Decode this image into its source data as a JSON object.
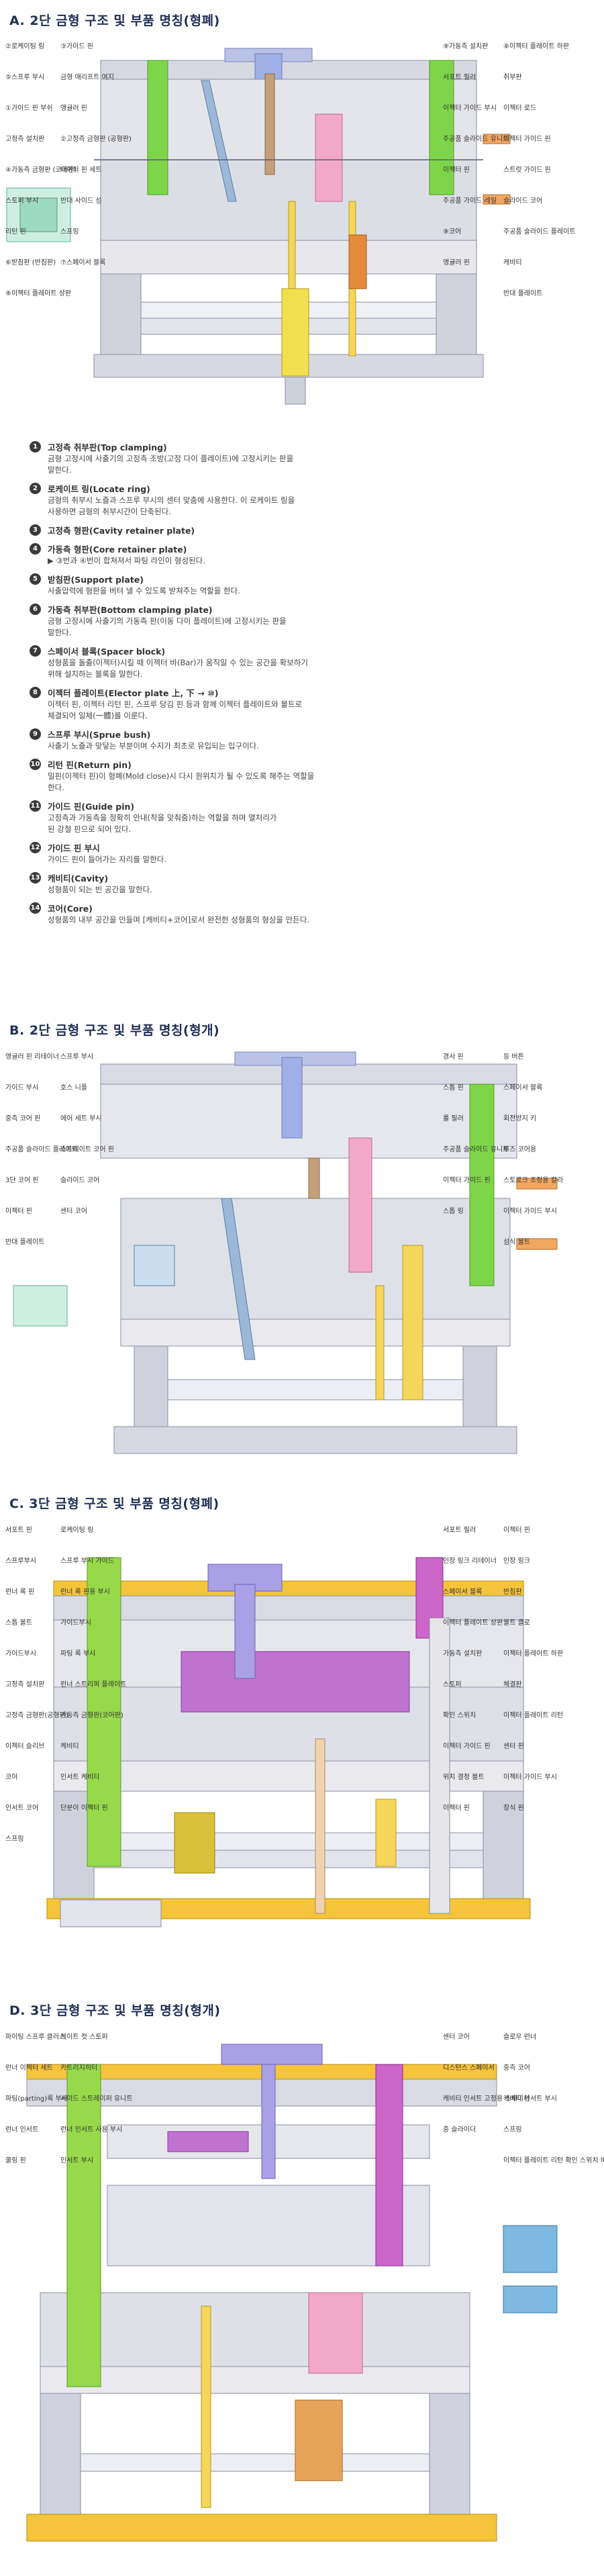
{
  "sections": {
    "a": {
      "title": "A. 2단 금형 구조 및 부품 명칭(형폐)"
    },
    "b": {
      "title": "B. 2단 금형 구조 및 부품 명칭(형개)"
    },
    "c": {
      "title": "C. 3단 금형 구조 및 부품 명칭(형폐)"
    },
    "d": {
      "title": "D. 3단 금형 구조 및 부품 명칭(형개)"
    }
  },
  "diagram_a": {
    "callouts": [
      "②로케이팅 링",
      "③가이드 핀",
      "⑤스프루 부시",
      "금형 애리프트 여지",
      "①가이드 핀 부쉬",
      "앵귤러 핀",
      "고정측 설치판",
      "②고정측 금형판 (공형판)",
      "④가동측 금형판 (코어판)",
      "테이퍼 핀 세트",
      "스토퍼 부시",
      "반대 사이드 섬",
      "리턴 핀",
      "스프링",
      "⑥받침판 (반침판)",
      "⑦스페이서 블록",
      "⑧이젝터 플레이트 상판",
      "⑧이젝터 플레이트 하판",
      "⑨가동측 설치판",
      "취부판",
      "서포트 필러",
      "이젝터 로드",
      "이젝터 가이드 부시",
      "이젝터 가이드 핀",
      "주공품 슬라이드 유니트",
      "스트럿 가이드 핀",
      "이젝터 핀",
      "슬라이드 코어",
      "주공품 가이드 레일",
      "주공품 슬라이드 플레이트",
      "⑨코어",
      "캐비티",
      "앵귤러 핀",
      "반대 플레이트"
    ]
  },
  "legend": [
    {
      "n": "1",
      "title": "고정측 취부판(Top clamping)",
      "lines": [
        "금형 고정시에 사출기의 고정측 조방(고정 다이 플레이트)에 고정시키는 판을",
        "말한다."
      ]
    },
    {
      "n": "2",
      "title": "로케이트 링(Locate ring)",
      "lines": [
        "금형의 취부시 노즐과 스프루 부시의 센터 맞춤에 사용한다. 이 로케이트 링을",
        "사용하면 금형의 취부시간이 단축된다."
      ]
    },
    {
      "n": "3",
      "title": "고정측 형판(Cavity retainer plate)",
      "lines": []
    },
    {
      "n": "4",
      "title": "가동측 형판(Core retainer plate)",
      "lines": [
        "▶ ③번과 ④번이 합쳐져서 파팅 라인이 형성된다."
      ]
    },
    {
      "n": "5",
      "title": "받침판(Support plate)",
      "lines": [
        "사출압력에 형판을 버텨 낼 수 있도록 받쳐주는 역할을 한다."
      ]
    },
    {
      "n": "6",
      "title": "가동측 취부판(Bottom clamping plate)",
      "lines": [
        "금형 고정시에 사출기의 가동측 판(이동 다이 플레이트)에 고정시키는 판을",
        "말한다."
      ]
    },
    {
      "n": "7",
      "title": "스페이서 블록(Spacer block)",
      "lines": [
        "성형품을 돌출(이젝터)시킬 때 이젝터 바(Bar)가 움직일 수 있는 공간을 확보하기",
        "위해 설치하는 블록을 말한다."
      ]
    },
    {
      "n": "8",
      "title": "이젝터 플레이트(Elector plate 上, 下 → ⑩)",
      "lines": [
        "이젝터 핀, 이젝터 리턴 핀, 스프루 당김 핀 등과 함께 이젝터 플레이트와 볼트로",
        "체결되어 일체(一體)를 이룬다."
      ]
    },
    {
      "n": "9",
      "title": "스프루 부시(Sprue bush)",
      "lines": [
        "사출기 노즐과 맞닿는 부분이며 수지가 최초로 유입되는 입구이다."
      ]
    },
    {
      "n": "10",
      "title": "리턴 핀(Return pin)",
      "lines": [
        "밀핀(이젝터 핀)이 형폐(Mold close)시 다시 원위치가 될 수 있도록 해주는 역할을",
        "한다."
      ]
    },
    {
      "n": "11",
      "title": "가이드 핀(Guide pin)",
      "lines": [
        "고정측과 가동측을 정확히 안내(착을 맞춰줌)하는 역할을 하며 열처리가",
        "된 강철 핀으로 되어 있다."
      ]
    },
    {
      "n": "12",
      "title": "가이드 핀 부시",
      "lines": [
        "가이드 핀이 들어가는 자리를 말한다."
      ]
    },
    {
      "n": "13",
      "title": "캐비티(Cavity)",
      "lines": [
        "성형품이 되는 빈 공간을 말한다."
      ]
    },
    {
      "n": "14",
      "title": "코어(Core)",
      "lines": [
        "성형품의 내부 공간을 만들며 [캐비티+코어]로서 완전한 성형품의 형상을 만든다."
      ]
    }
  ],
  "diagram_b": {
    "callouts": [
      "앵귤러 핀 리테이너",
      "스프루 부시",
      "가이드 부시",
      "호스 니플",
      "중측 코어 핀",
      "에어 세트 부시",
      "주공품 슬라이드 플레이트",
      "스트레이트 코어 핀",
      "3단 코어 핀",
      "슬라이드 코어",
      "이젝터 핀",
      "센터 코어",
      "반대 플레이트",
      "등 버튼",
      "경사 핀",
      "스페이서 블록",
      "스톱 핀",
      "회전방지 키",
      "롤 필러",
      "루즈 코어용",
      "주공품 슬라이드 유니트",
      "스토로크 조정용 칼라",
      "이젝터 가이드 핀",
      "이젝터 가이드 부시",
      "스톱 링",
      "섬식 볼트"
    ]
  },
  "diagram_c": {
    "callouts": [
      "서포트 핀",
      "로케이팅 링",
      "스프루부시",
      "스프루 부시 가이드",
      "런너 록 핀",
      "런너 록 핀용 부시",
      "스톱 볼트",
      "가이드부시",
      "가이드부시",
      "파팅 록 부시",
      "고정측 설치판",
      "런너 스트리퍼 플레이트",
      "고정측 금형판(공형판)",
      "가동측 금형판(코어판)",
      "이젝터 슬리브",
      "케비티",
      "코어",
      "인서트 케비티",
      "인서트 코어",
      "단분이 이젝터 핀",
      "스프링",
      "이젝터 핀",
      "서포트 필러",
      "인장 링크",
      "인장 링크 리테이너",
      "반침판",
      "스페이서 블록",
      "볼트 클로",
      "이젝터 플레이트 상판",
      "이젝터 플레이트 하판",
      "가동측 설치판",
      "체결판",
      "스토퍼",
      "이젝터 플레이트 리턴",
      "확인 스위치",
      "센터 핀",
      "이젝터 가이드 핀",
      "이젝터 가이드 부시",
      "위치 결정 볼트",
      "장식 핀",
      "이젝터 핀"
    ]
  },
  "diagram_d": {
    "callouts": [
      "파이팅 스프루 클러스",
      "게이트 컷 스토퍼",
      "런너 이젝터 세트",
      "카트리지히터",
      "파팅(parting)록 부시",
      "사이드 스트레이퍼 유니트",
      "런너 인서트",
      "런너 인서트 사용 부시",
      "쿨링 핀",
      "인서트 부시",
      "슬로우 런너",
      "센터 코어",
      "중측 코어",
      "디스턴스 스페이서",
      "캐비티 인서트 부시",
      "캐비티 인서트 고정용 스페이서",
      "스프링",
      "중 슬라이더",
      "이젝터 플레이트 리턴 확인 스위치 비접촉형"
    ]
  }
}
